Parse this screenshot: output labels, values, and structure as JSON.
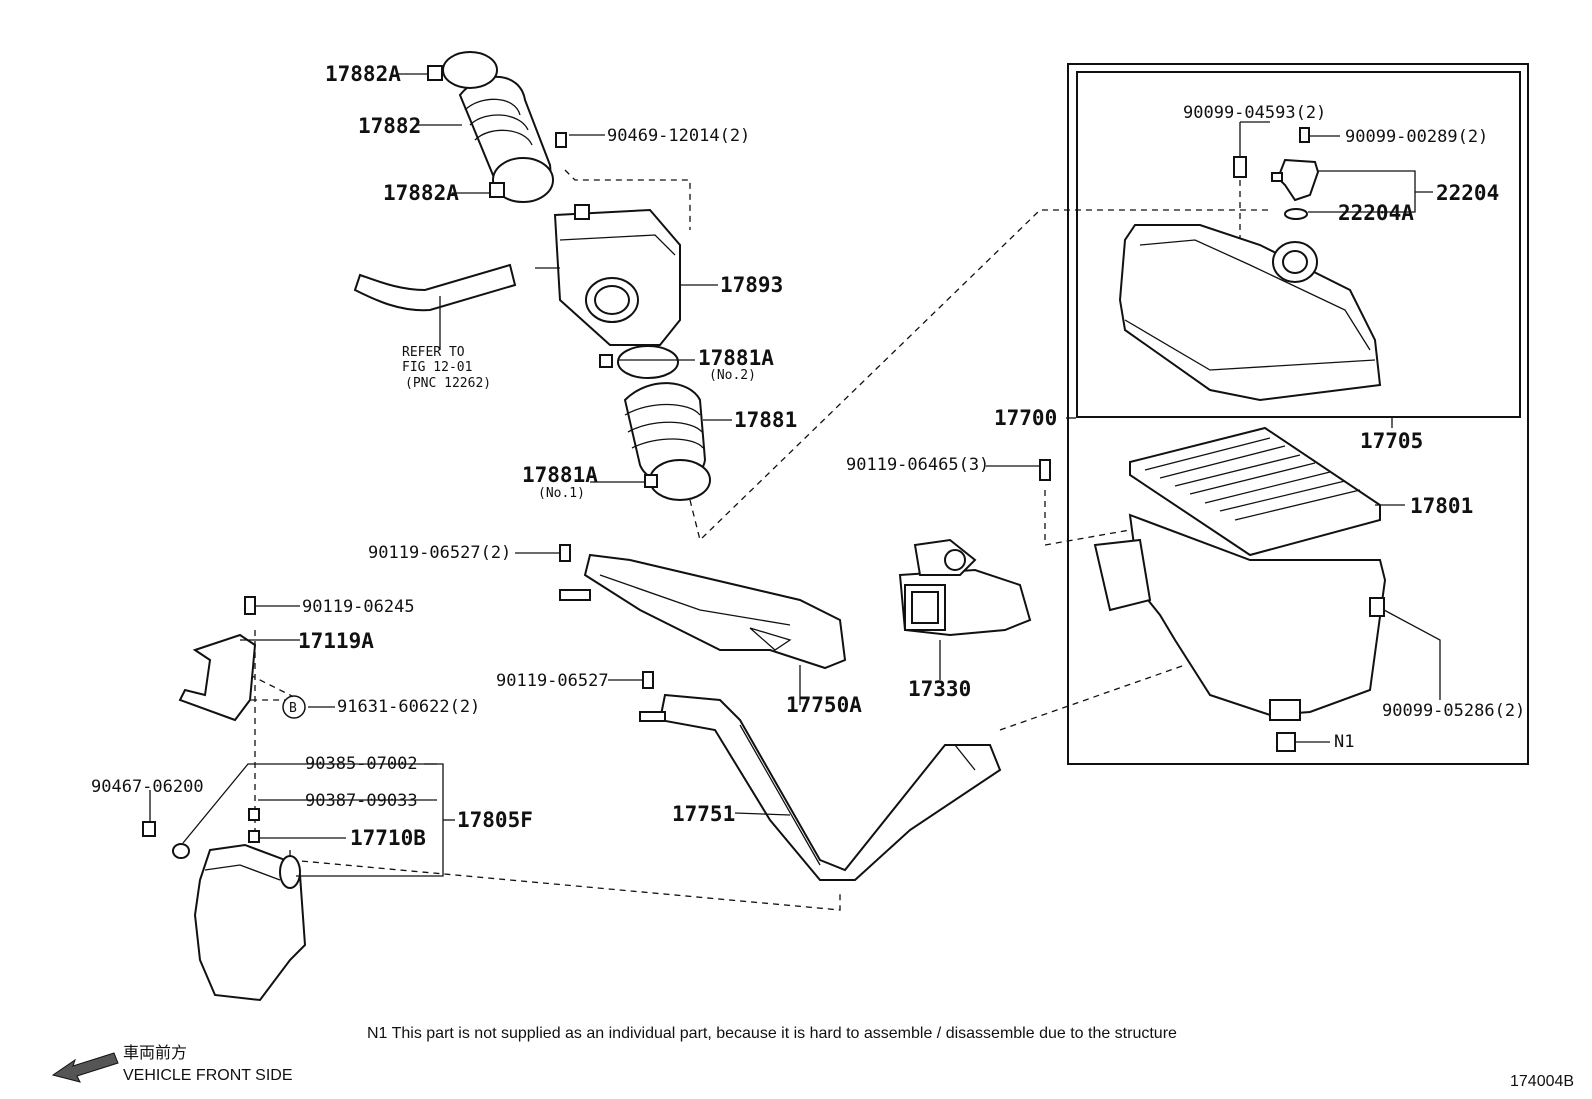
{
  "labels": {
    "p17882A_top": "17882A",
    "p17882": "17882",
    "p17882A_bot": "17882A",
    "p90469": "90469-12014(2)",
    "p17893": "17893",
    "refer1": "REFER TO",
    "refer2": "FIG 12-01",
    "refer3": "(PNC 12262)",
    "p17881A_top": "17881A",
    "p17881A_top_sub": "(No.2)",
    "p17881": "17881",
    "p17881A_bot": "17881A",
    "p17881A_bot_sub": "(No.1)",
    "p90099_04593": "90099-04593(2)",
    "p90099_00289": "90099-00289(2)",
    "p22204": "22204",
    "p22204A": "22204A",
    "p17700": "17700",
    "p17705": "17705",
    "p90119_06465": "90119-06465(3)",
    "p17801": "17801",
    "p90119_06527_2": "90119-06527(2)",
    "p90119_06245": "90119-06245",
    "p17119A": "17119A",
    "circleB": "B",
    "p91631": "91631-60622(2)",
    "p90119_06527": "90119-06527",
    "p17750A": "17750A",
    "p17330": "17330",
    "p90099_05286": "90099-05286(2)",
    "n1": "N1",
    "p90467": "90467-06200",
    "p90385": "90385-07002",
    "p90387": "90387-09033",
    "p17805F": "17805F",
    "p17710B": "17710B",
    "p17751": "17751"
  },
  "footnote": "N1  This part is not supplied as an individual part, because it is hard to assemble / disassemble due to the structure",
  "direction": {
    "jp": "車両前方",
    "en": "VEHICLE FRONT SIDE"
  },
  "figure_id": "174004B"
}
